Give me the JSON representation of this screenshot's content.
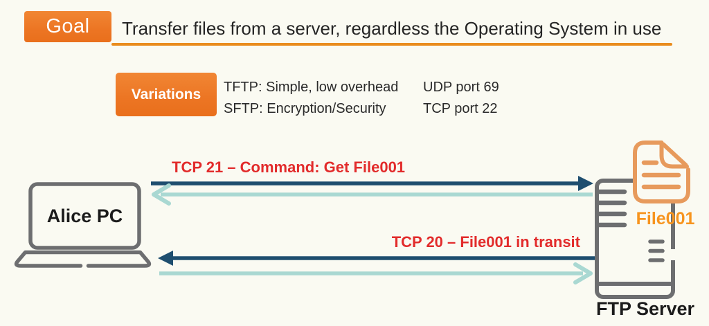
{
  "colors": {
    "orange": "#EC7523",
    "underline_orange": "#E98C1E",
    "red": "#E22B2B",
    "navy": "#1E4E6F",
    "teal": "#A9D8D2",
    "icon_gray": "#6D6E70",
    "file_icon_orange": "#E79A5C",
    "file_label_orange": "#F7941E"
  },
  "goal": {
    "label": "Goal",
    "text": "Transfer files from a server, regardless the Operating System in use"
  },
  "variations": {
    "label": "Variations",
    "rows": [
      {
        "feature": "TFTP: Simple, low overhead",
        "port": "UDP port 69"
      },
      {
        "feature": "SFTP: Encryption/Security",
        "port": "TCP port 22"
      }
    ]
  },
  "diagram": {
    "client_label": "Alice PC",
    "server_label": "FTP Server",
    "file_label": "File001",
    "flows": [
      {
        "label": "TCP 21 – Command: Get File001",
        "direction": "client-to-server",
        "style": "navy-solid"
      },
      {
        "label": "TCP 20 – File001 in transit",
        "direction": "server-to-client",
        "style": "navy-solid"
      }
    ],
    "icons": [
      "laptop-icon",
      "server-icon",
      "file-icon"
    ]
  }
}
